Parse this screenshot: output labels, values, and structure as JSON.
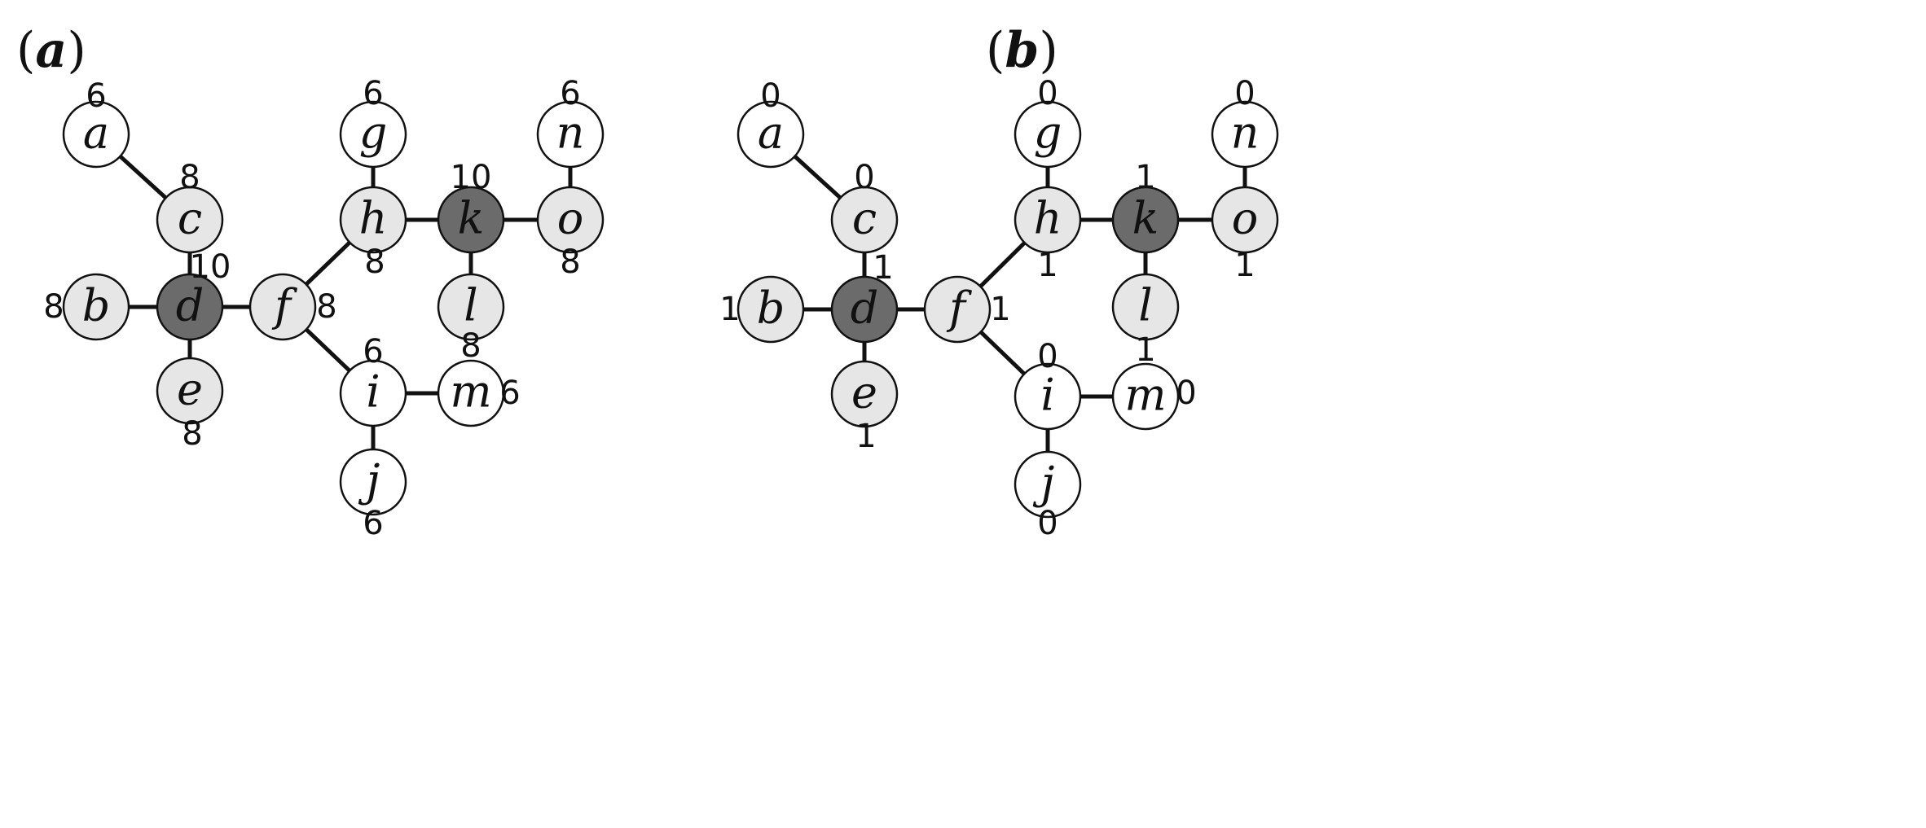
{
  "panels": [
    {
      "id": "a",
      "label": {
        "open": "(",
        "letter": "a",
        "close": ")"
      },
      "nodes": [
        {
          "name": "a",
          "shade": "white",
          "value": "6"
        },
        {
          "name": "b",
          "shade": "light",
          "value": "8"
        },
        {
          "name": "c",
          "shade": "light",
          "value": "8"
        },
        {
          "name": "d",
          "shade": "dark",
          "value": "10"
        },
        {
          "name": "e",
          "shade": "light",
          "value": "8"
        },
        {
          "name": "f",
          "shade": "light",
          "value": "8"
        },
        {
          "name": "g",
          "shade": "white",
          "value": "6"
        },
        {
          "name": "h",
          "shade": "light",
          "value": "8"
        },
        {
          "name": "i",
          "shade": "white",
          "value": "6"
        },
        {
          "name": "j",
          "shade": "white",
          "value": "6"
        },
        {
          "name": "k",
          "shade": "dark",
          "value": "10"
        },
        {
          "name": "l",
          "shade": "light",
          "value": "8"
        },
        {
          "name": "m",
          "shade": "white",
          "value": "6"
        },
        {
          "name": "n",
          "shade": "white",
          "value": "6"
        },
        {
          "name": "o",
          "shade": "light",
          "value": "8"
        }
      ]
    },
    {
      "id": "b",
      "label": {
        "open": "(",
        "letter": "b",
        "close": ")"
      },
      "nodes": [
        {
          "name": "a",
          "shade": "white",
          "value": "0"
        },
        {
          "name": "b",
          "shade": "light",
          "value": "1"
        },
        {
          "name": "c",
          "shade": "light",
          "value": "0"
        },
        {
          "name": "d",
          "shade": "dark",
          "value": "1"
        },
        {
          "name": "e",
          "shade": "light",
          "value": "1"
        },
        {
          "name": "f",
          "shade": "light",
          "value": "1"
        },
        {
          "name": "g",
          "shade": "white",
          "value": "0"
        },
        {
          "name": "h",
          "shade": "light",
          "value": "1"
        },
        {
          "name": "i",
          "shade": "white",
          "value": "0"
        },
        {
          "name": "j",
          "shade": "white",
          "value": "0"
        },
        {
          "name": "k",
          "shade": "dark",
          "value": "1"
        },
        {
          "name": "l",
          "shade": "light",
          "value": "1"
        },
        {
          "name": "m",
          "shade": "white",
          "value": "0"
        },
        {
          "name": "n",
          "shade": "white",
          "value": "0"
        },
        {
          "name": "o",
          "shade": "light",
          "value": "1"
        }
      ]
    }
  ],
  "edges": [
    [
      "a",
      "c"
    ],
    [
      "c",
      "d"
    ],
    [
      "b",
      "d"
    ],
    [
      "d",
      "e"
    ],
    [
      "d",
      "f"
    ],
    [
      "f",
      "h"
    ],
    [
      "f",
      "i"
    ],
    [
      "g",
      "h"
    ],
    [
      "h",
      "k"
    ],
    [
      "k",
      "o"
    ],
    [
      "n",
      "o"
    ],
    [
      "k",
      "l"
    ],
    [
      "i",
      "m"
    ],
    [
      "i",
      "j"
    ]
  ],
  "colors": {
    "white": "#ffffff",
    "light": "#e6e6e6",
    "dark": "#6b6b6b",
    "line": "#111111"
  }
}
